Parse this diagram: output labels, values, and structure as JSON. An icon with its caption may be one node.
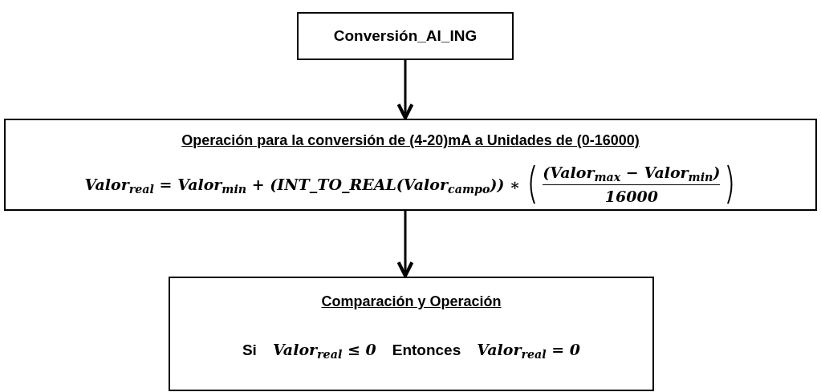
{
  "diagram": {
    "nodes": [
      {
        "text": [
          "Conversión_AI_ING"
        ]
      },
      {
        "text": [
          "Operación para la conversión de (4-20)mA a Unidades de (0-16000)",
          "Valor$_{real}$ = Valor$_{min}$ + (INT_TO_REAL(Valor$_{campo}$)) ∗",
          "(Valor$_{max}$ − Valor$_{min}$)",
          "16000"
        ]
      },
      {
        "text": [
          "Comparación y Operación",
          "Si",
          "Valor$_{real}$ ≤ 0",
          "Entonces",
          "Valor$_{real}$ = 0"
        ]
      }
    ],
    "edges": [
      {
        "from": 0,
        "to": 1,
        "arrow": "to"
      },
      {
        "from": 1,
        "to": 2,
        "arrow": "to"
      }
    ]
  }
}
